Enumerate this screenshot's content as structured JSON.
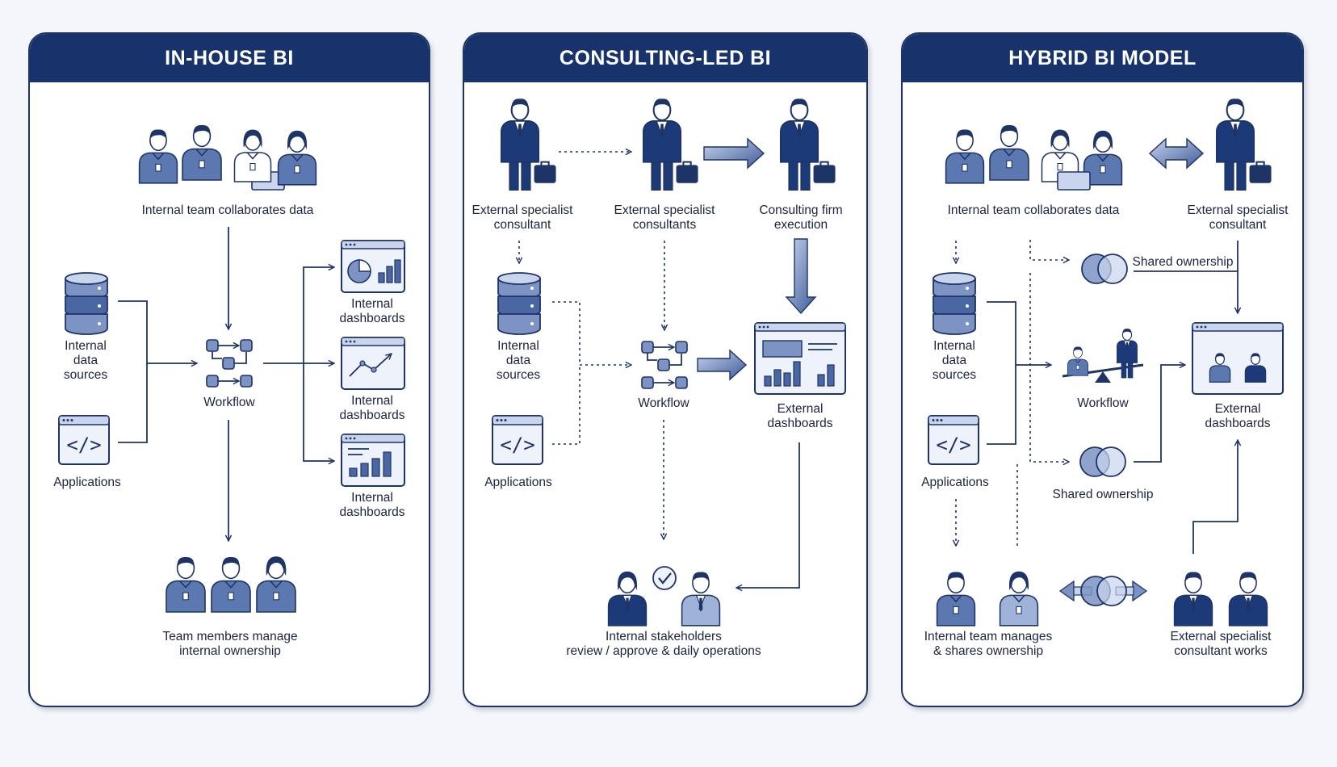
{
  "panels": [
    {
      "title": "IN-HOUSE BI",
      "team_label": "Internal team collaborates data",
      "data_sources_label": [
        "Internal",
        "data",
        "sources"
      ],
      "applications_label": "Applications",
      "workflow_label": "Workflow",
      "dashboards": [
        {
          "label": [
            "Internal",
            "dashboards"
          ],
          "icon": "pie-bar-chart-icon"
        },
        {
          "label": [
            "Internal",
            "dashboards"
          ],
          "icon": "line-chart-icon"
        },
        {
          "label": [
            "Internal",
            "dashboards"
          ],
          "icon": "bar-chart-icon"
        }
      ],
      "bottom_label": [
        "Team members manage",
        "internal ownership"
      ]
    },
    {
      "title": "CONSULTING-LED BI",
      "consultant_labels": [
        [
          "External specialist",
          "consultant"
        ],
        [
          "External specialist",
          "consultants"
        ],
        [
          "Consulting firm",
          "execution"
        ]
      ],
      "data_sources_label": [
        "Internal",
        "data",
        "sources"
      ],
      "applications_label": "Applications",
      "workflow_label": "Workflow",
      "dashboard_label": [
        "External",
        "dashboards"
      ],
      "bottom_label": [
        "Internal stakeholders",
        "review / approve & daily operations"
      ]
    },
    {
      "title": "HYBRID BI MODEL",
      "team_label": "Internal team collaborates data",
      "consultant_label": [
        "External specialist",
        "consultant"
      ],
      "shared_top_label": "Shared ownership",
      "data_sources_label": [
        "Internal",
        "data",
        "sources"
      ],
      "applications_label": "Applications",
      "workflow_label": "Workflow",
      "shared_mid_label": "Shared ownership",
      "dashboard_label": [
        "External",
        "dashboards"
      ],
      "bottom_left_label": [
        "Internal team manages",
        "& shares ownership"
      ],
      "bottom_right_label": [
        "External specialist",
        "consultant works"
      ]
    }
  ],
  "colors": {
    "header": "#18336b",
    "navy": "#1f3466",
    "suit": "#1d3a78",
    "shirt": "#5c78b0",
    "shirt_light": "#9fb2d8",
    "skin": "#ffffff",
    "accent_light": "#dfe7f5"
  }
}
